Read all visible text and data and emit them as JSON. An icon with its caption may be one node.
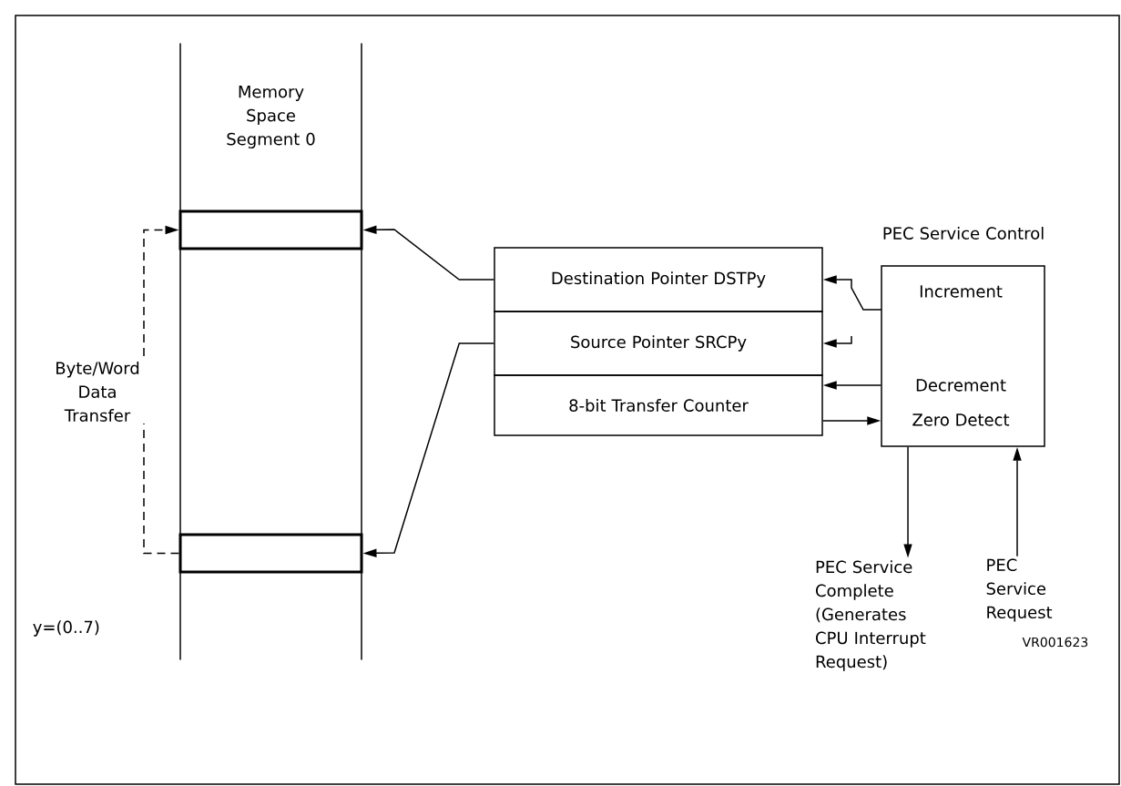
{
  "diagram": {
    "nodes": [
      {
        "text": [
          "Memory Space Segment 0"
        ]
      },
      {
        "text": [],
        "shape": "box",
        "in": 0
      },
      {
        "text": [],
        "shape": "box",
        "in": 0
      },
      {
        "text": [
          "Destination Pointer DSTPy"
        ]
      },
      {
        "text": [
          "Source Pointer SRCPy"
        ]
      },
      {
        "text": [
          "8-bit Transfer Counter"
        ]
      },
      {
        "text": [
          "PEC Service Control",
          "Increment",
          "Decrement",
          "Zero Detect"
        ]
      },
      {
        "text": [
          "PEC Service Complete (Generates CPU Interrupt Request)"
        ]
      },
      {
        "text": [
          "PEC Service Request"
        ]
      }
    ],
    "edges": [
      {
        "from": 3,
        "to": 1,
        "arrow": "to"
      },
      {
        "from": 4,
        "to": 2,
        "arrow": "to"
      },
      {
        "from": 6,
        "to": 3,
        "arrow": "to"
      },
      {
        "from": null,
        "to": 4,
        "arrow": "to"
      },
      {
        "from": 6,
        "to": 5,
        "arrow": "to"
      },
      {
        "from": 5,
        "to": 6,
        "arrow": "to"
      },
      {
        "from": 6,
        "to": 7,
        "arrow": "to"
      },
      {
        "from": 8,
        "to": 6,
        "arrow": "to"
      },
      {
        "from": 2,
        "to": 1,
        "arrow": "to",
        "style": "dashed",
        "label": "Byte/Word Data Transfer"
      }
    ],
    "labels": [
      "y=(0..7)",
      "VR001623"
    ]
  }
}
